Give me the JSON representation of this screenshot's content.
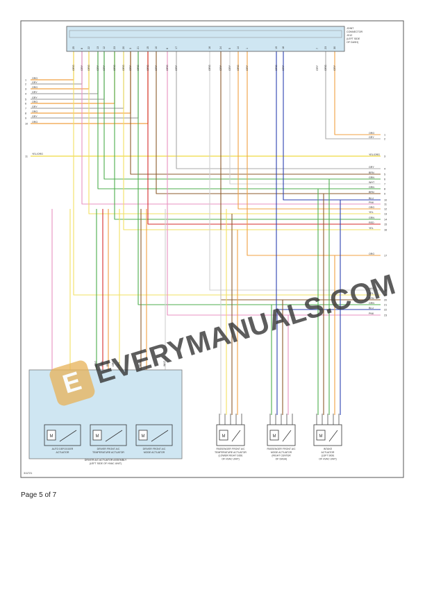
{
  "joint_connector": {
    "label_lines": [
      "JOINT",
      "CONNECTOR",
      "JX12",
      "(LEFT SIDE",
      "OF DASH)"
    ],
    "pins_left": [
      "25",
      "8",
      "22",
      "13",
      "12",
      "23",
      "20",
      "3",
      "21",
      "15",
      "10",
      "6",
      "17",
      "16",
      "24",
      "5",
      "14",
      "1",
      "19",
      "18"
    ],
    "pins_right": [
      "7",
      "23",
      "30"
    ]
  },
  "top_wire_labels": [
    "ORG",
    "GRY",
    "ORG",
    "GRY",
    "GRY",
    "ORG",
    "ORG",
    "GRY",
    "ORG",
    "ORG",
    "GRY",
    "ORG",
    "GRY",
    "ORG",
    "GRY",
    "GRY",
    "ORG",
    "GRY",
    "ORG",
    "GRY"
  ],
  "left_terminals": [
    {
      "num": "1",
      "color": "ORG"
    },
    {
      "num": "2",
      "color": "GRY"
    },
    {
      "num": "3",
      "color": "ORG"
    },
    {
      "num": "4",
      "color": "GRY"
    },
    {
      "num": "5",
      "color": "GRY"
    },
    {
      "num": "6",
      "color": "ORG"
    },
    {
      "num": "7",
      "color": "GRY"
    },
    {
      "num": "8",
      "color": "ORG"
    },
    {
      "num": "9",
      "color": "GRY"
    },
    {
      "num": "10",
      "color": "ORG"
    },
    {
      "num": "11",
      "color": "YEL/ORG"
    }
  ],
  "right_terminals": [
    {
      "num": "1",
      "color": "ORG"
    },
    {
      "num": "2",
      "color": "GRY"
    },
    {
      "num": "3",
      "color": "YEL/ORG"
    },
    {
      "num": "4",
      "color": "GRY"
    },
    {
      "num": "5",
      "color": "BRN"
    },
    {
      "num": "6",
      "color": "GRN"
    },
    {
      "num": "7",
      "color": "WHT"
    },
    {
      "num": "8",
      "color": "GRN"
    },
    {
      "num": "9",
      "color": "BRN"
    },
    {
      "num": "10",
      "color": "BLU"
    },
    {
      "num": "11",
      "color": "PNK"
    },
    {
      "num": "12",
      "color": "ORG"
    },
    {
      "num": "13",
      "color": "YEL"
    },
    {
      "num": "14",
      "color": "GRN"
    },
    {
      "num": "15",
      "color": "RED"
    },
    {
      "num": "16",
      "color": "YEL"
    },
    {
      "num": "17",
      "color": "ORG"
    },
    {
      "num": "18",
      "color": "WHT"
    },
    {
      "num": "19",
      "color": "YEL"
    },
    {
      "num": "20",
      "color": "BRN"
    },
    {
      "num": "21",
      "color": "GRN"
    },
    {
      "num": "22",
      "color": "BLU"
    },
    {
      "num": "23",
      "color": "PNK"
    }
  ],
  "assembly_label": [
    "DRIVER A/C ACTUATOR ASSEMBLY",
    "(LEFT SIDE OF HVAC UNIT)"
  ],
  "actuators": [
    {
      "name": [
        "AUTO DEFOGGER",
        "ACTUATOR"
      ]
    },
    {
      "name": [
        "DRIVER FRONT A/C",
        "TEMPERATURE ACTUATOR"
      ]
    },
    {
      "name": [
        "DRIVER FRONT A/C",
        "MODE ACTUATOR"
      ]
    },
    {
      "name": [
        "PASSENGER FRONT A/C",
        "TEMPERATURE ACTUATOR",
        "(LOWER RIGHT SIDE",
        "OF HVAC UNIT)"
      ]
    },
    {
      "name": [
        "PASSENGER FRONT A/C",
        "MODE ACTUATOR",
        "(RIGHT CENTER",
        "OF DASH)"
      ]
    },
    {
      "name": [
        "INTAKE",
        "ACTUATOR",
        "(LEFT SIDE",
        "OF HVAC UNIT)"
      ]
    }
  ],
  "assembly_top_labels": [
    "ORG",
    "GRN",
    "RED",
    "ORG",
    "YEL",
    "BRN",
    "WHT"
  ],
  "figure_code": "311721",
  "watermark": "EVERYMANUALS.COM",
  "footer": "Page 5 of 7",
  "colors": {
    "org": "#f0a040",
    "gry": "#a8a8a8",
    "yel": "#f2e060",
    "grn": "#4cae4c",
    "brn": "#8b5a2b",
    "wht": "#cfcfcf",
    "blu": "#2b3fb0",
    "pnk": "#e890c0",
    "red": "#d42a2a",
    "blk": "#222222",
    "box": "#cfe6f2"
  }
}
